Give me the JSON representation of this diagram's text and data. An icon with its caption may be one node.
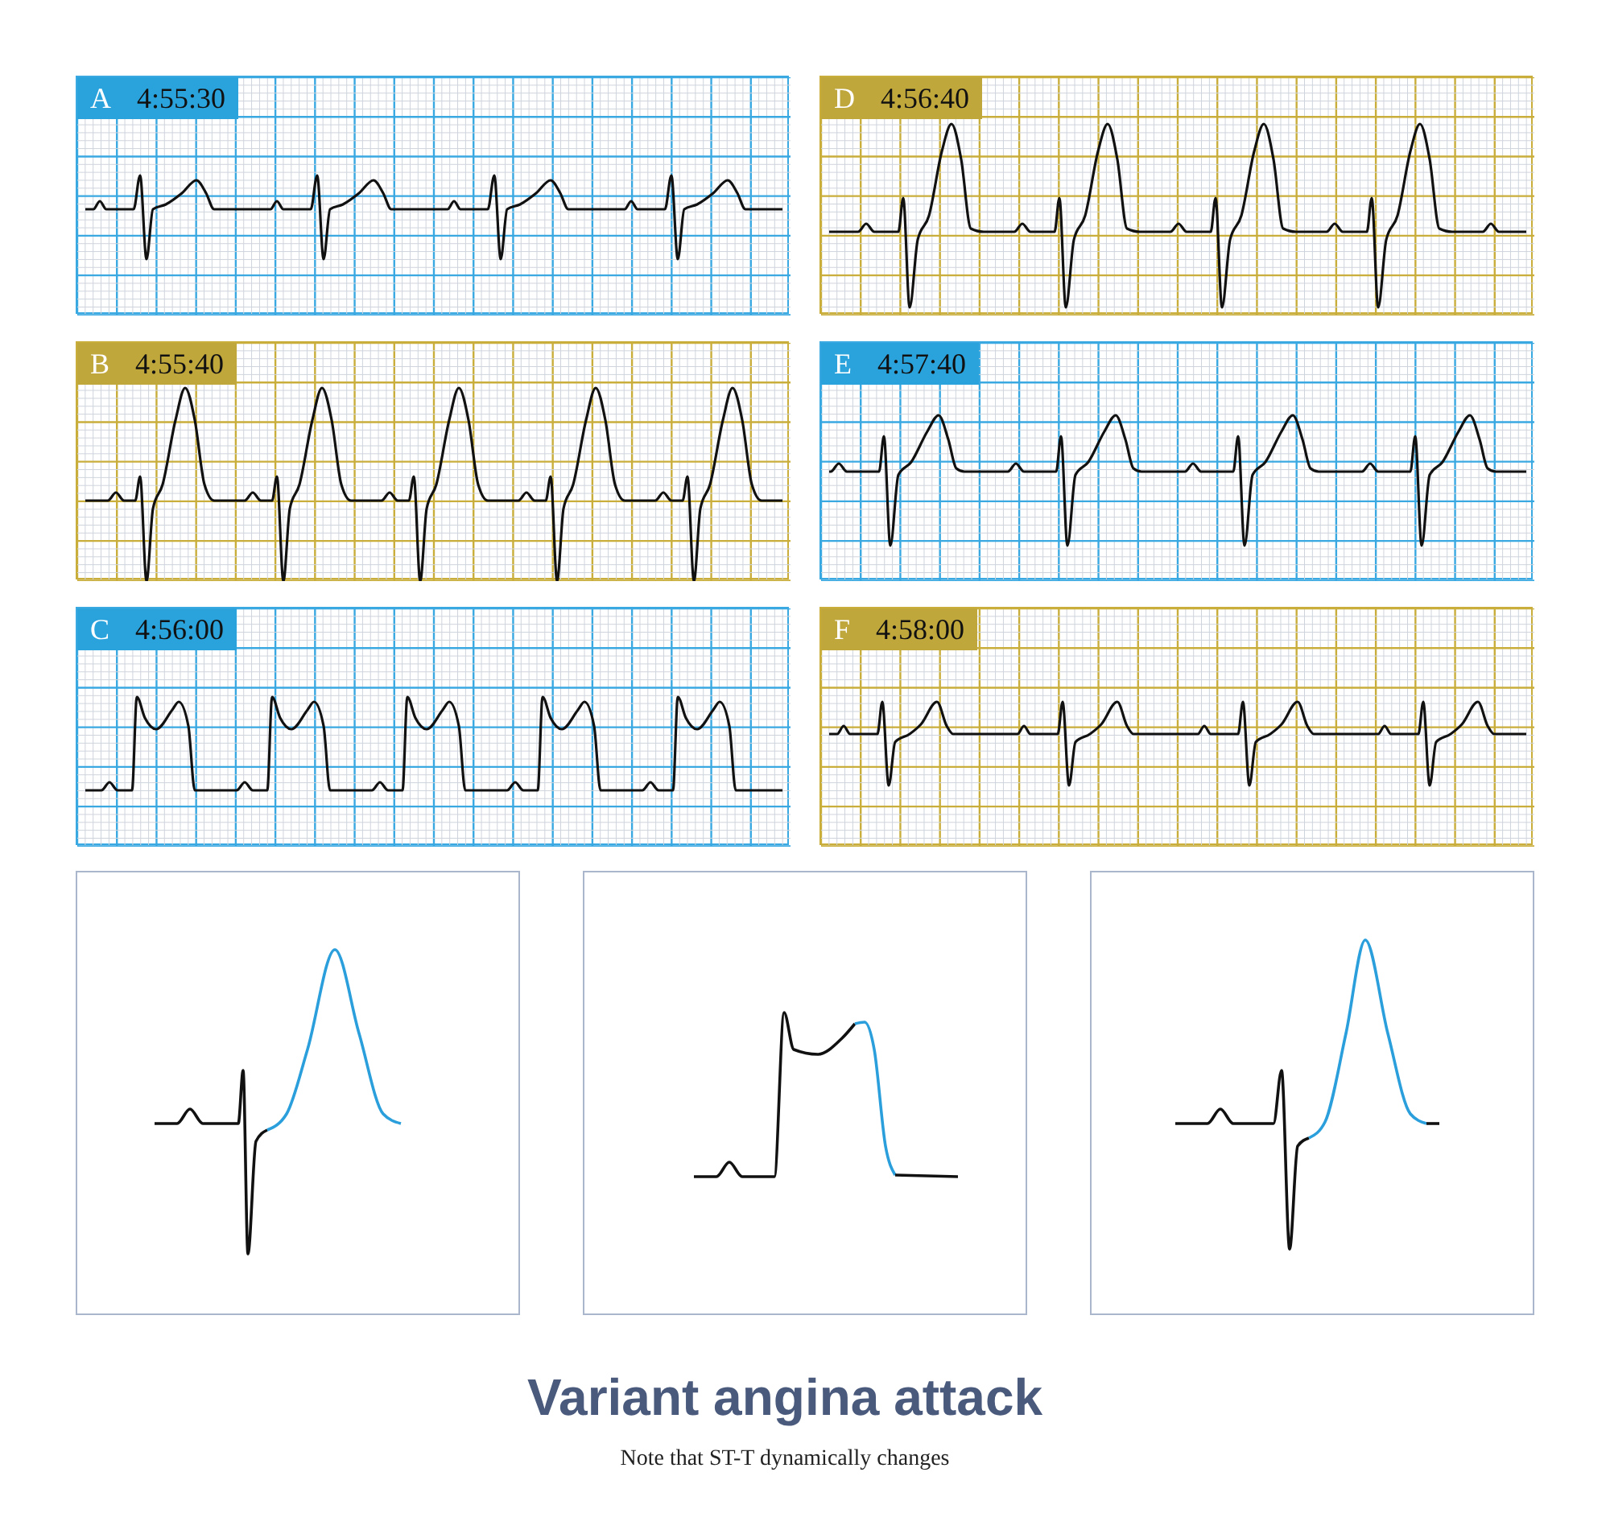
{
  "diagram": {
    "title": "Variant angina attack",
    "caption": "Note that ST-T dynamically changes",
    "nodes": [
      {
        "text": [
          "A",
          "4:55:30"
        ]
      },
      {
        "text": [
          "D",
          "4:56:40"
        ]
      },
      {
        "text": [
          "B",
          "4:55:40"
        ]
      },
      {
        "text": [
          "E",
          "4:57:40"
        ]
      },
      {
        "text": [
          "C",
          "4:56:00"
        ]
      },
      {
        "text": [
          "F",
          "4:58:00"
        ]
      },
      {
        "text": [],
        "shape": "picture"
      },
      {
        "text": [],
        "shape": "picture"
      },
      {
        "text": [],
        "shape": "picture"
      }
    ]
  }
}
